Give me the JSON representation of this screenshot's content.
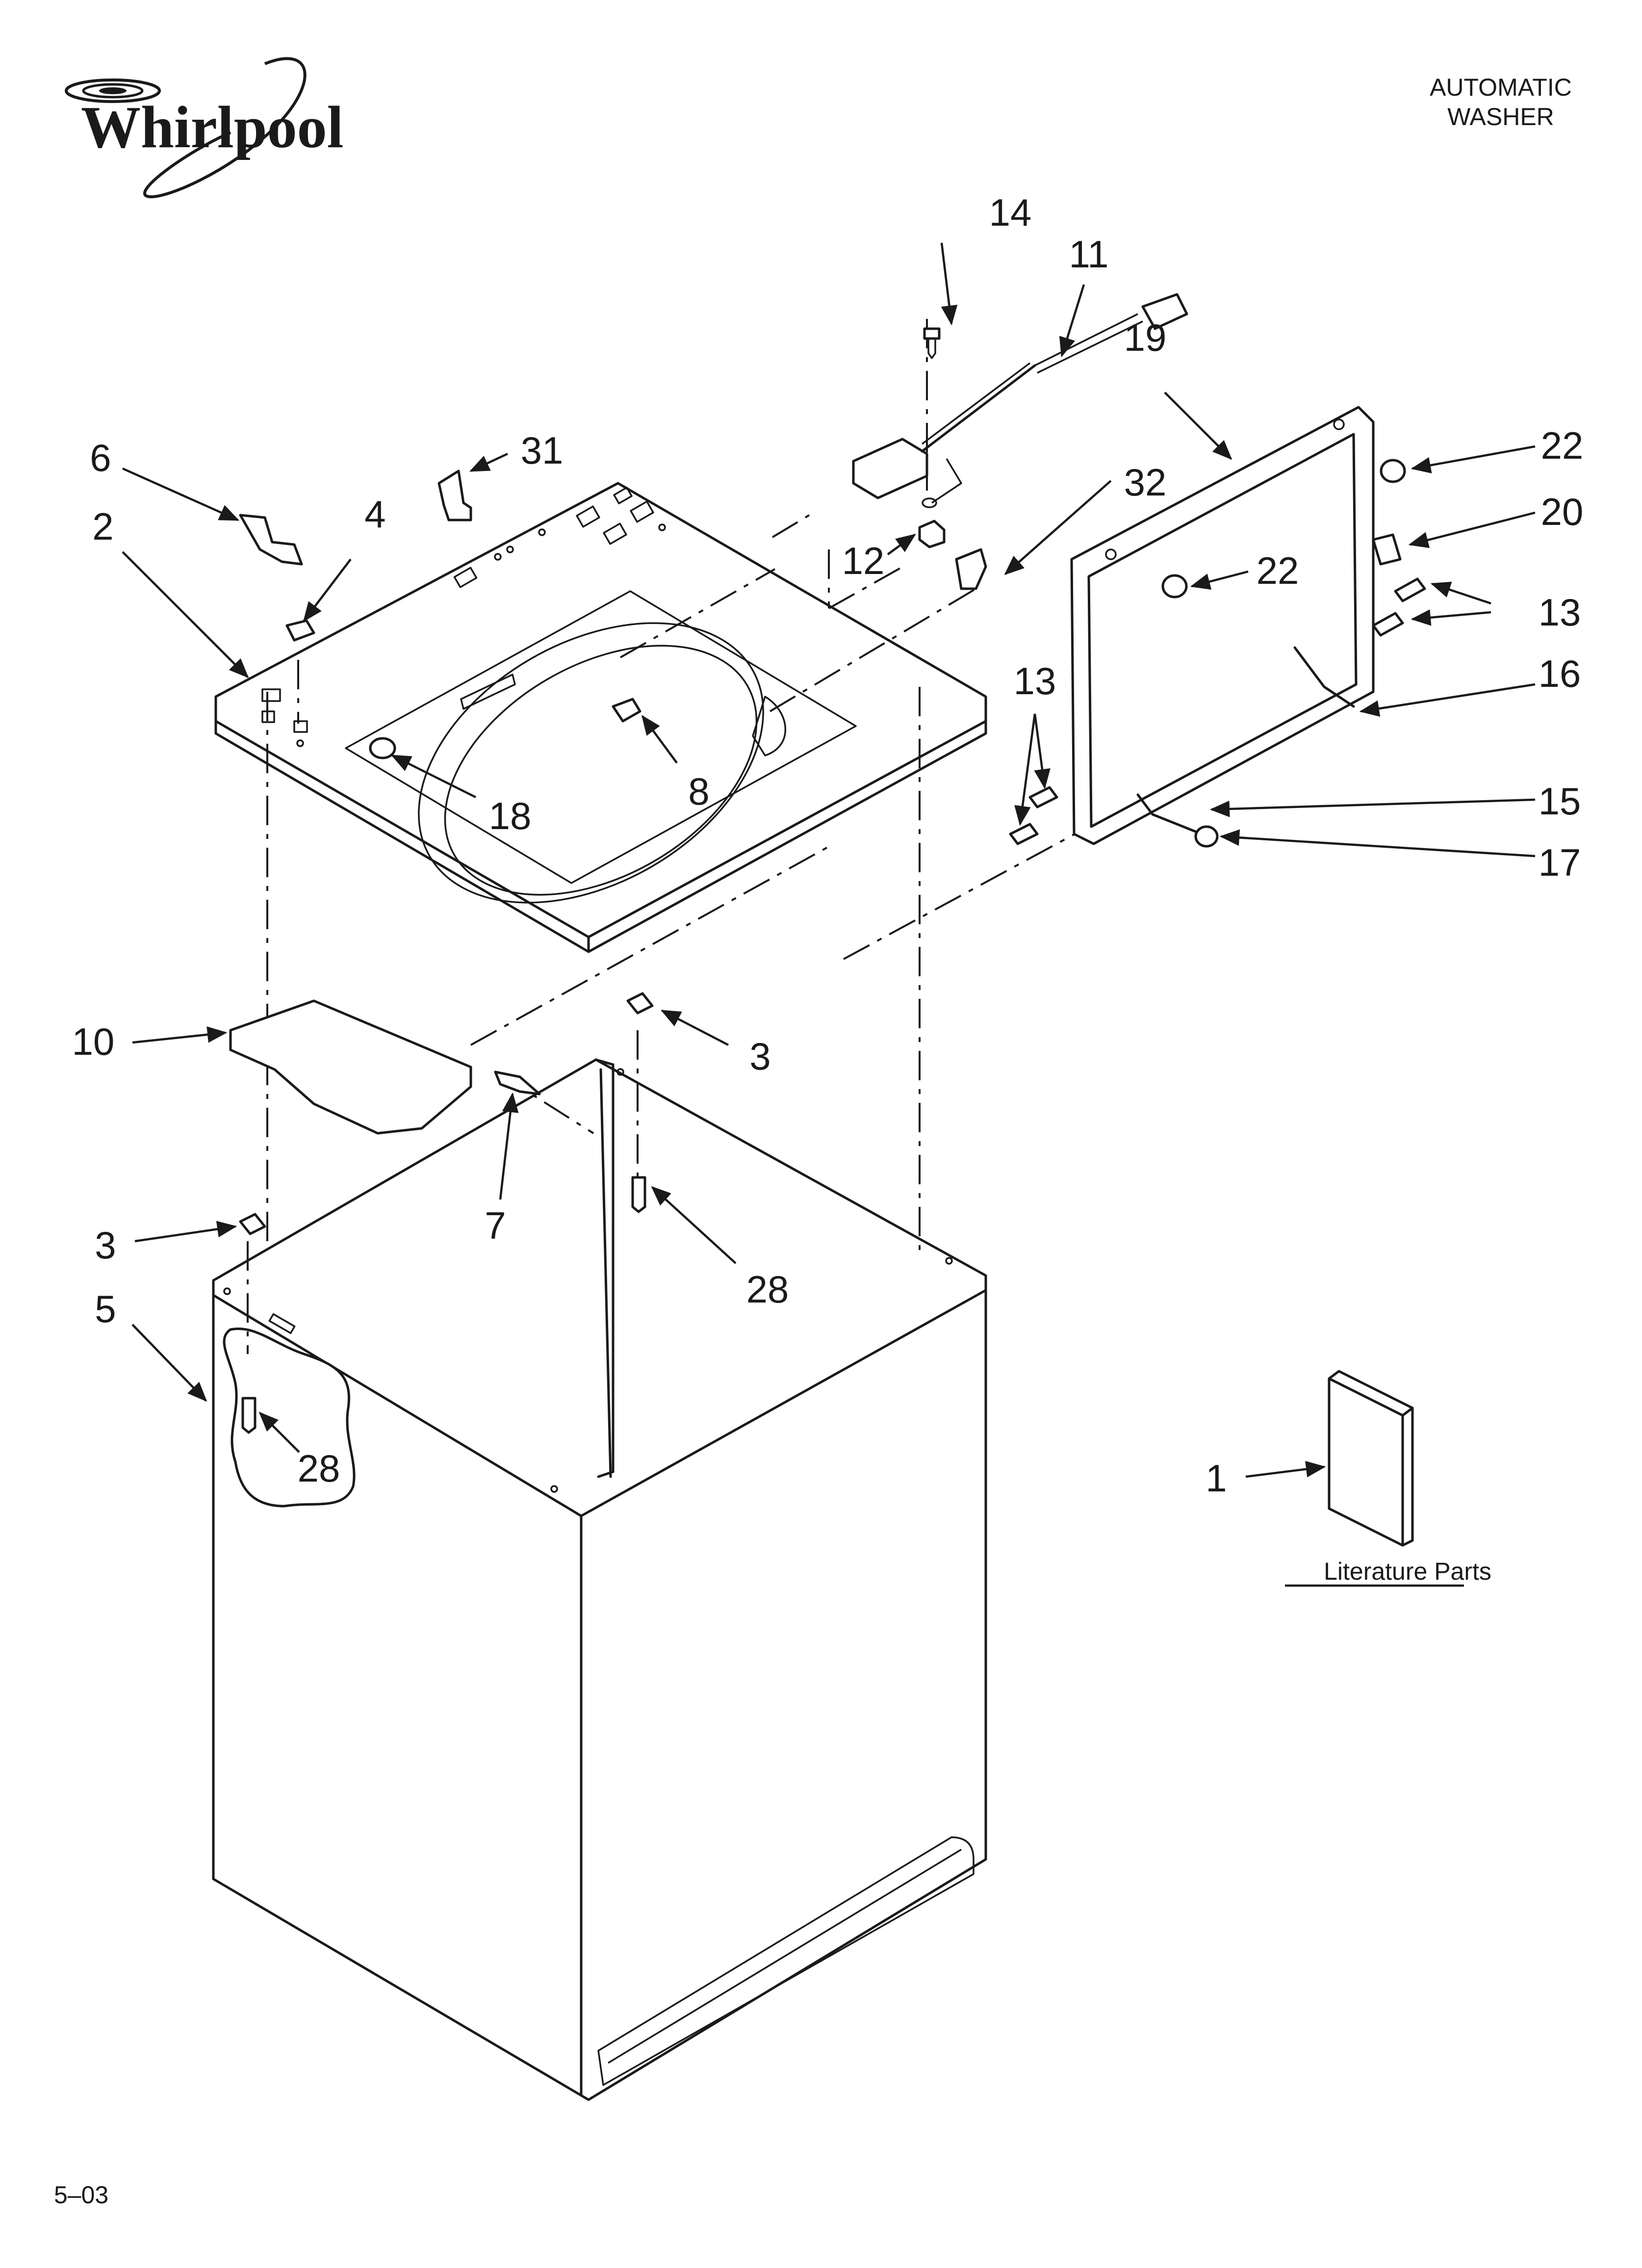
{
  "brand": {
    "logo_text": "Whirlpool"
  },
  "header": {
    "line1": "AUTOMATIC",
    "line2": "WASHER"
  },
  "footer": {
    "page_code": "5–03"
  },
  "literature": {
    "caption": "Literature Parts"
  },
  "callouts": {
    "c1": "1",
    "c2": "2",
    "c3a": "3",
    "c3b": "3",
    "c4": "4",
    "c5": "5",
    "c6": "6",
    "c7": "7",
    "c8": "8",
    "c10": "10",
    "c11": "11",
    "c12": "12",
    "c13a": "13",
    "c13b": "13",
    "c14": "14",
    "c15": "15",
    "c16": "16",
    "c17": "17",
    "c18": "18",
    "c19": "19",
    "c20": "20",
    "c22a": "22",
    "c22b": "22",
    "c28a": "28",
    "c28b": "28",
    "c31": "31",
    "c32": "32"
  }
}
